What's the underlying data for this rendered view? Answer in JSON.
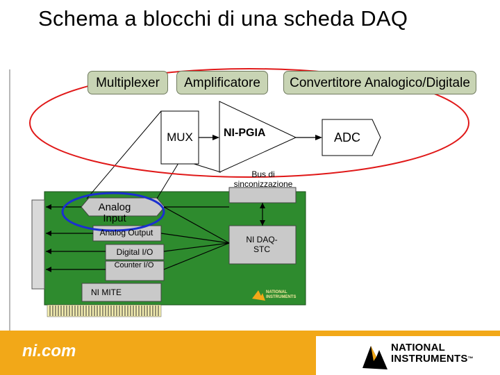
{
  "title": "Schema a blocchi di una scheda DAQ",
  "components": {
    "multiplexer": "Multiplexer",
    "amplifier": "Amplificatore",
    "converter": "Convertitore Analogico/Digitale"
  },
  "signal_chain": {
    "mux": "MUX",
    "pgia": "NI-PGIA",
    "adc": "ADC"
  },
  "board": {
    "bus": "Bus di sinconizzazione",
    "analog_input": "Analog Input",
    "analog_output": "Analog Output",
    "digital_io": "Digital I/O",
    "counter_io": "Counter I/O",
    "ni_mite": "NI MITE",
    "daq_stc": "NI DAQ-STC",
    "board_logo_1": "NATIONAL",
    "board_logo_2": "INSTRUMENTS"
  },
  "footer": {
    "site": "ni.com",
    "logo_line1": "NATIONAL",
    "logo_line2": "INSTRUMENTS",
    "trademark": "™"
  },
  "colors": {
    "board_green": "#2e8b2e",
    "chip_gray": "#c9c9c9",
    "highlight_red": "#e01818",
    "highlight_blue": "#1a2fd0",
    "footer_orange": "#f2a818"
  }
}
